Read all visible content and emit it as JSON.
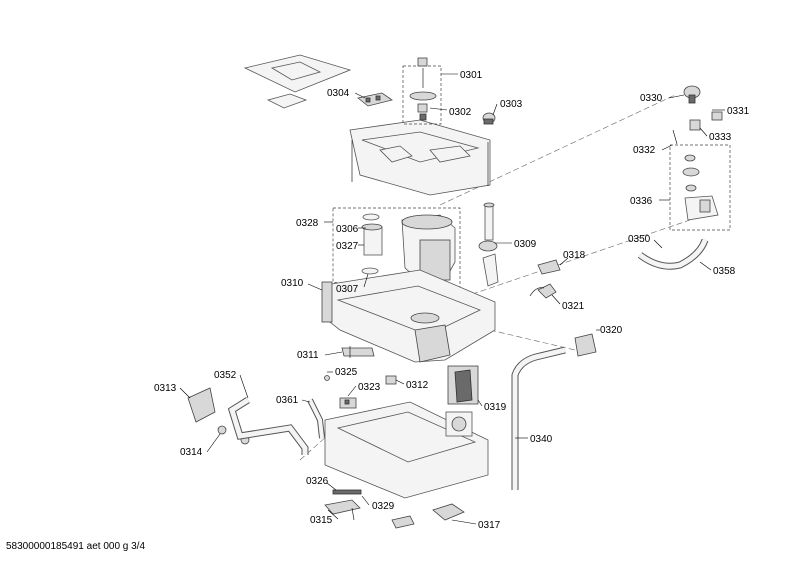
{
  "footer": {
    "document_code": "58300000185491 aet 000 g 3/4"
  },
  "labels": {
    "p0301": "0301",
    "p0302": "0302",
    "p0303": "0303",
    "p0304": "0304",
    "p0306": "0306",
    "p0307": "0307",
    "p0309": "0309",
    "p0310": "0310",
    "p0311": "0311",
    "p0312": "0312",
    "p0313": "0313",
    "p0314": "0314",
    "p0315": "0315",
    "p0317": "0317",
    "p0318": "0318",
    "p0319": "0319",
    "p0320": "0320",
    "p0321": "0321",
    "p0323": "0323",
    "p0325": "0325",
    "p0326": "0326",
    "p0327": "0327",
    "p0328": "0328",
    "p0329": "0329",
    "p0330": "0330",
    "p0331": "0331",
    "p0332": "0332",
    "p0333": "0333",
    "p0336": "0336",
    "p0340": "0340",
    "p0350": "0350",
    "p0352": "0352",
    "p0358": "0358",
    "p0361": "0361"
  }
}
